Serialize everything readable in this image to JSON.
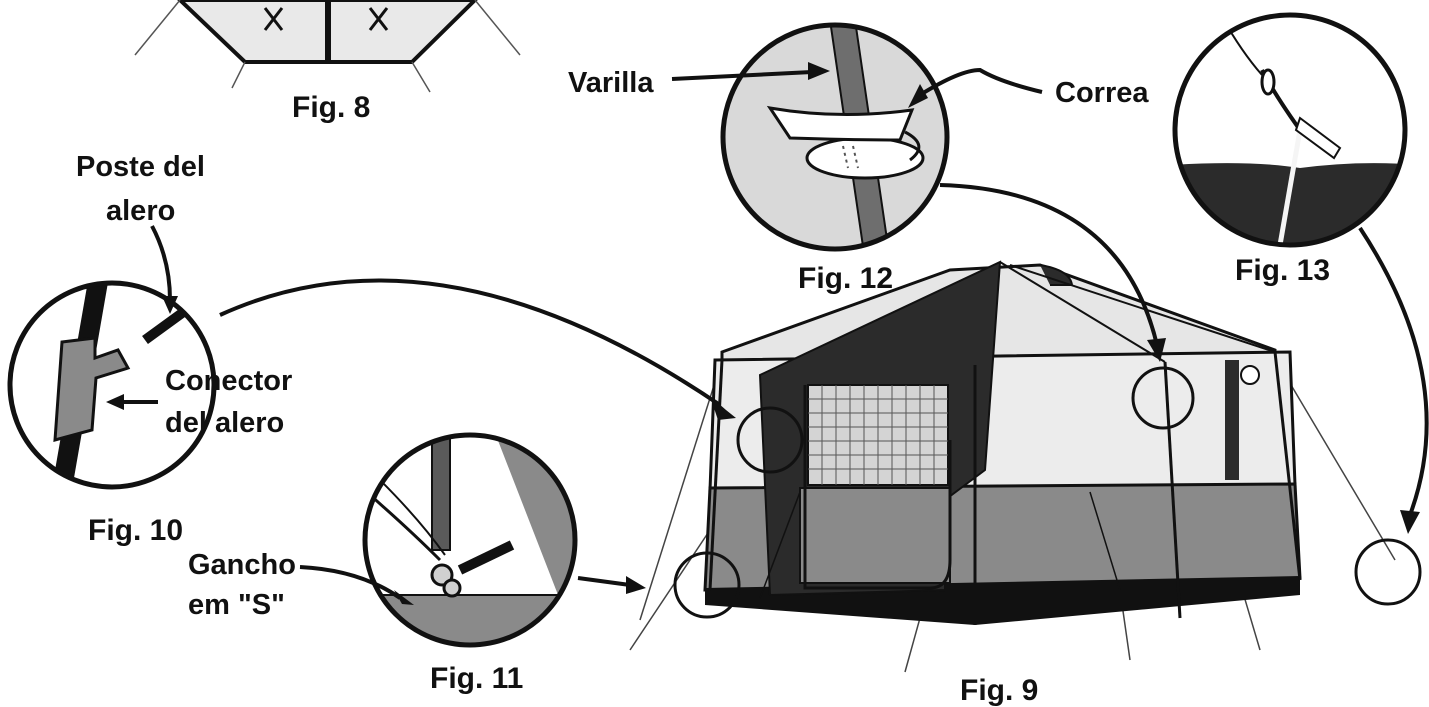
{
  "figures": {
    "fig8": "Fig. 8",
    "fig9": "Fig. 9",
    "fig10": "Fig. 10",
    "fig11": "Fig. 11",
    "fig12": "Fig. 12",
    "fig13": "Fig. 13"
  },
  "callouts": {
    "varilla": "Varilla",
    "correa": "Correa",
    "poste_line1": "Poste del",
    "poste_line2": "alero",
    "conector_line1": "Conector",
    "conector_line2": "del alero",
    "gancho_line1": "Gancho",
    "gancho_line2": "em \"S\""
  },
  "colors": {
    "ink": "#111111",
    "dark_panel": "#2b2b2b",
    "mid_gray": "#8a8a8a",
    "light_gray": "#cfcfcf",
    "pale": "#ededed"
  }
}
